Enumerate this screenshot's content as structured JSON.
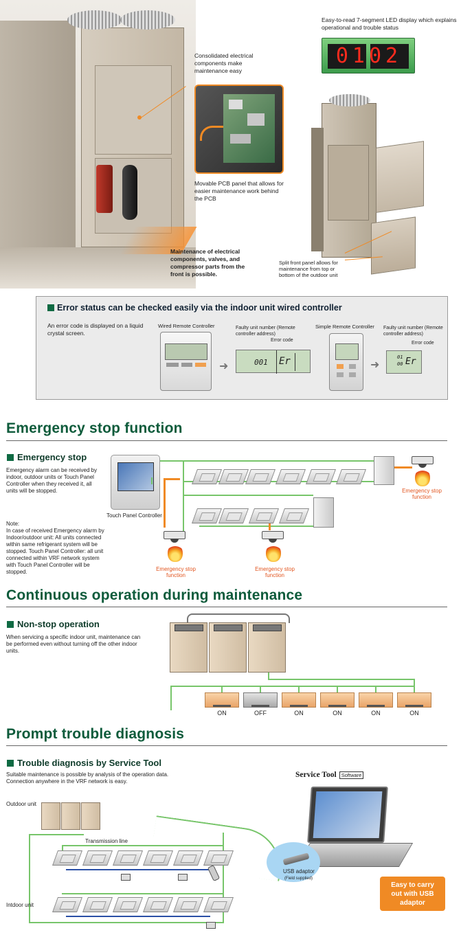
{
  "top": {
    "led_caption": "Easy-to-read 7-segment LED display which explains operational and trouble status",
    "led_digits": "0102",
    "pcb_caption": "Consolidated electrical components make maintenance easy",
    "movable_caption": "Movable PCB panel that allows for easier maintenance work behind the PCB",
    "front_caption": "Maintenance of electrical components, valves, and compressor parts from the front is possible.",
    "split_caption": "Split front panel allows for maintenance from top or bottom of the outdoor unit"
  },
  "error_box": {
    "title": "Error status can be checked easily via the indoor unit wired controller",
    "description": "An error code is displayed on a liquid crystal screen.",
    "wired_label": "Wired Remote Controller",
    "faulty_label": "Faulty unit number (Remote controller address)",
    "error_code_label": "Error code",
    "lcd_wired": "001",
    "lcd_code": "Er",
    "simple_label": "Simple Remote Controller",
    "faulty_label2": "Faulty unit number (Remote controller address)",
    "error_code_label2": "Error code",
    "lcd_simple_top": "01",
    "lcd_simple_bottom": "00",
    "lcd_code2": "Er"
  },
  "emergency": {
    "section_title": "Emergency stop function",
    "subtitle": "Emergency stop",
    "body": "Emergency alarm can be received by indoor, outdoor units or Touch Panel Controller when they received it, all units will be stopped.",
    "note_title": "Note:",
    "note_body": "In case of received Emergency alarm by Indoor/outdoor unit: All units connected within same refrigerant system will be stopped. Touch Panel Controller: all unit connected within VRF network system with Touch Panel Controller will be stopped.",
    "touch_panel_label": "Touch Panel Controller",
    "esf_1": "Emergency stop function",
    "esf_2": "Emergency stop function",
    "esf_3": "Emergency stop function"
  },
  "continuous": {
    "section_title": "Continuous operation during maintenance",
    "subtitle": "Non-stop operation",
    "body": "When servicing a specific indoor unit, maintenance can be performed even without turning off the other indoor units.",
    "states": [
      "ON",
      "OFF",
      "ON",
      "ON",
      "ON",
      "ON"
    ]
  },
  "diagnosis": {
    "section_title": "Prompt trouble diagnosis",
    "subtitle": "Trouble diagnosis by Service Tool",
    "body": "Suitable maintenance is possible by analysis of the operation data. Connection anywhere in the VRF network is easy.",
    "service_tool": "Service Tool",
    "software_badge": "Software",
    "outdoor_label": "Outdoor unit",
    "transmission_label": "Transmission line",
    "indoor_label": "Intdoor unit",
    "usb_label": "USB adaptor",
    "usb_sub": "(Field supplied)",
    "callout": "Easy to carry out with USB adaptor"
  },
  "colors": {
    "accent_green": "#0e5b3b",
    "line_green": "#77c56a",
    "line_orange": "#f08a24",
    "callout_orange": "#f08a24"
  }
}
